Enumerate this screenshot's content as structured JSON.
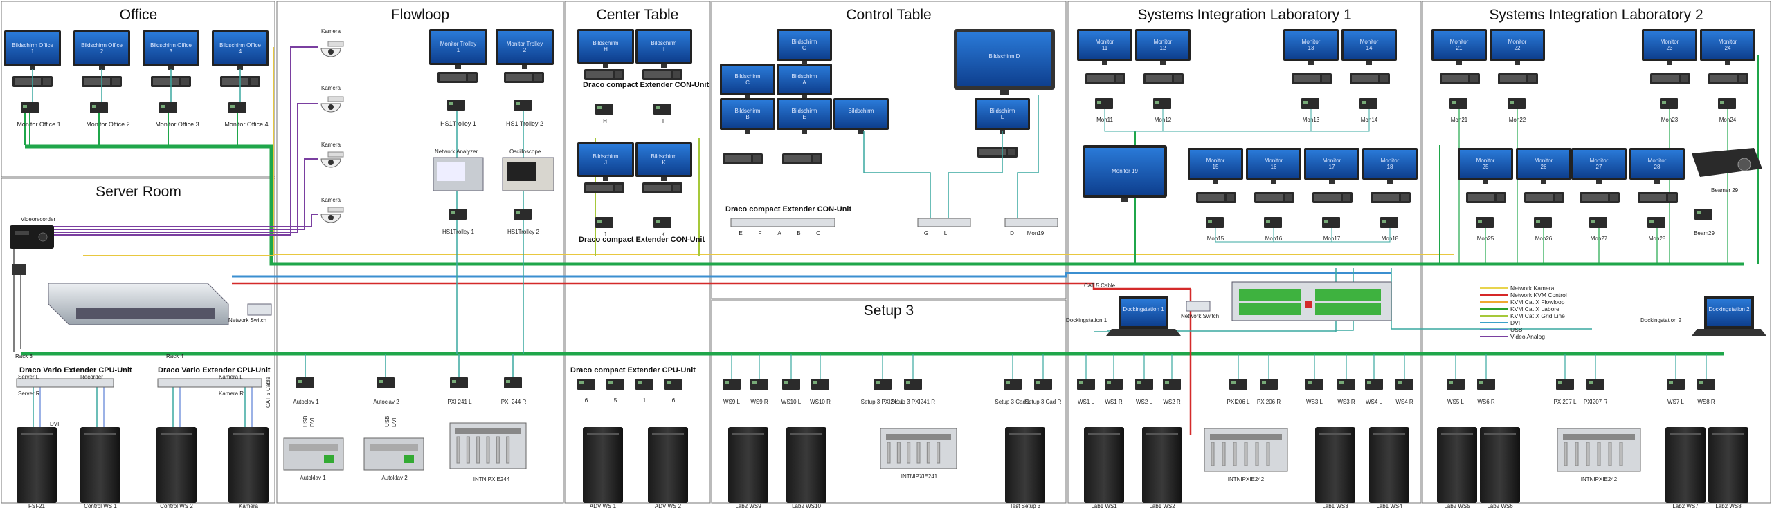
{
  "sections": {
    "office": "Office",
    "flowloop": "Flowloop",
    "center_table": "Center Table",
    "control_table": "Control Table",
    "sil1": "Systems Integration Laboratory 1",
    "sil2": "Systems Integration Laboratory 2",
    "server_room": "Server Room",
    "setup3": "Setup 3"
  },
  "office": {
    "screens": [
      "Bildschirm Office 1",
      "Bildschirm Office 2",
      "Bildschirm Office 3",
      "Bildschirm Office 4"
    ],
    "labels": [
      "Monitor Office 1",
      "Monitor Office 2",
      "Monitor Office 3",
      "Monitor Office 4"
    ]
  },
  "flowloop": {
    "camera": "Kamera",
    "screens": [
      "Monitor Trolley 1",
      "Monitor Trolley 2"
    ],
    "labels": [
      "HS1Trolley 1",
      "HS1 Trolley 2"
    ],
    "analyzer": "Network Analyzer",
    "scope": "Oscilloscope",
    "bottom_labels": [
      "HS1Trolley 1",
      "HS1Trolley 2"
    ]
  },
  "center_table": {
    "screens": [
      "Bildschirm H",
      "Bildschirm I",
      "Bildschirm J",
      "Bildschirm K"
    ],
    "con_label_top": "Draco compact Extender CON-Unit",
    "con_label_bottom": "Draco compact Extender CON-Unit",
    "ext_letters": [
      "H",
      "I",
      "J",
      "K"
    ]
  },
  "control_table": {
    "screens": [
      "Bildschirm C",
      "Bildschirm A",
      "Bildschirm B",
      "Bildschirm E",
      "Bildschirm F",
      "Bildschirm G",
      "Bildschirm L"
    ],
    "big_screen": "Bildschirm D",
    "con_label": "Draco compact Extender CON-Unit",
    "ext_letters": [
      "E",
      "F",
      "A",
      "B",
      "C"
    ],
    "gl_letters": [
      "G",
      "L"
    ],
    "d_letter": "D",
    "mon19": "Mon19"
  },
  "sil1": {
    "monitor19": "Monitor 19",
    "screens": [
      "Monitor 11",
      "Monitor 12",
      "Monitor 13",
      "Monitor 14",
      "Monitor 15",
      "Monitor 16",
      "Monitor 17",
      "Monitor 18"
    ],
    "mons": [
      "Mon11",
      "Mon12",
      "Mon13",
      "Mon14",
      "Mon15",
      "Mon16",
      "Mon17",
      "Mon18"
    ]
  },
  "sil2": {
    "screens": [
      "Monitor 21",
      "Monitor 22",
      "Monitor 23",
      "Monitor 24",
      "Monitor 25",
      "Monitor 26",
      "Monitor 27",
      "Monitor 28"
    ],
    "mons": [
      "Mon21",
      "Mon22",
      "Mon23",
      "Mon24",
      "Mon25",
      "Mon26",
      "Mon27",
      "Mon28"
    ],
    "beamer_label": "Beamer 29",
    "beam_mon": "Beam29"
  },
  "server_room": {
    "recorder": "Videorecorder",
    "switch_label": "Network Switch",
    "rack3": "Rack 3",
    "rack4": "Rack 4",
    "unit_left": "Draco Vario Extender CPU-Unit",
    "unit_right": "Draco Vario Extender CPU-Unit",
    "left_ports": [
      "Server L",
      "Server R"
    ],
    "recorder_port": "Recorder",
    "right_ports": [
      "Kamera L",
      "Kamera R"
    ],
    "dvi": "DVI",
    "cat5": "CAT 5 Cable",
    "pcs": [
      "FSI-21",
      "Control WS 1",
      "Control WS 2",
      "Kamera"
    ]
  },
  "flowloop_bottom": {
    "ext": [
      "Autoclav 1",
      "Autoclav 2",
      "PXI 241 L",
      "PXI 244 R"
    ],
    "devices": [
      "Autoklav 1",
      "Autoklav 2",
      "INTNIPXIE244"
    ],
    "usb": "USB",
    "dvi": "DVI"
  },
  "center_bottom": {
    "unit_label": "Draco compact Extender CPU-Unit",
    "ports": [
      "6",
      "5",
      "1",
      "6"
    ],
    "pcs": [
      "ADV WS 1",
      "ADV WS 2"
    ]
  },
  "setup3": {
    "ext": [
      "WS9 L",
      "WS9 R",
      "WS10 L",
      "WS10 R",
      "Setup 3 PXI241 L",
      "Setup 3 PXI241 R",
      "Setup 3 Cad L",
      "Setup 3 Cad R"
    ],
    "pcs": [
      "Lab2 WS9",
      "Lab2 WS10",
      "Test Setup 3"
    ],
    "device": "INTNIPXIE241"
  },
  "sil1_bottom": {
    "cat5": "CAT 5 Cable",
    "dock": "Dockingstation 1",
    "laptop_screen": "Dockingstation 1",
    "switch_label": "Network Switch",
    "ext": [
      "WS1 L",
      "WS1 R",
      "WS2 L",
      "WS2 R",
      "PXI206 L",
      "PXI206 R",
      "WS3 L",
      "WS3 R",
      "WS4 L",
      "WS4 R"
    ],
    "pcs": [
      "Lab1 WS1",
      "Lab1 WS2",
      "Lab1 WS3",
      "Lab1 WS4"
    ],
    "device": "INTNIPXIE242"
  },
  "sil2_bottom": {
    "dock": "Dockingstation 2",
    "laptop_screen": "Dockingstation 2",
    "ext": [
      "WS5 L",
      "WS6 R",
      "PXI207 L",
      "PXI207 R",
      "WS7 L",
      "WS8 R"
    ],
    "pcs": [
      "Lab2 WS5",
      "Lab2 WS6",
      "Lab2 WS7",
      "Lab2 WS8"
    ],
    "device": "INTNIPXIE242"
  },
  "legend": [
    {
      "label": "Network Kamera",
      "color": "#e8d44d"
    },
    {
      "label": "Network KVM Control",
      "color": "#d62728"
    },
    {
      "label": "KVM Cat X Flowloop",
      "color": "#f0a830"
    },
    {
      "label": "KVM Cat X Labore",
      "color": "#2ca02c"
    },
    {
      "label": "KVM Cat X Grid Line",
      "color": "#a6c83a"
    },
    {
      "label": "DVI",
      "color": "#3aa0c8"
    },
    {
      "label": "USB",
      "color": "#5a7fd6"
    },
    {
      "label": "Video Analog",
      "color": "#7a3fa0"
    }
  ],
  "colors": {
    "green_main": "#1fa64a",
    "blue": "#3b8fd0",
    "red": "#d42a2a",
    "yellow": "#e8c840",
    "purple": "#7a3fa0",
    "teal": "#3aa8a0",
    "screen_blue": "#1c5fb8"
  }
}
